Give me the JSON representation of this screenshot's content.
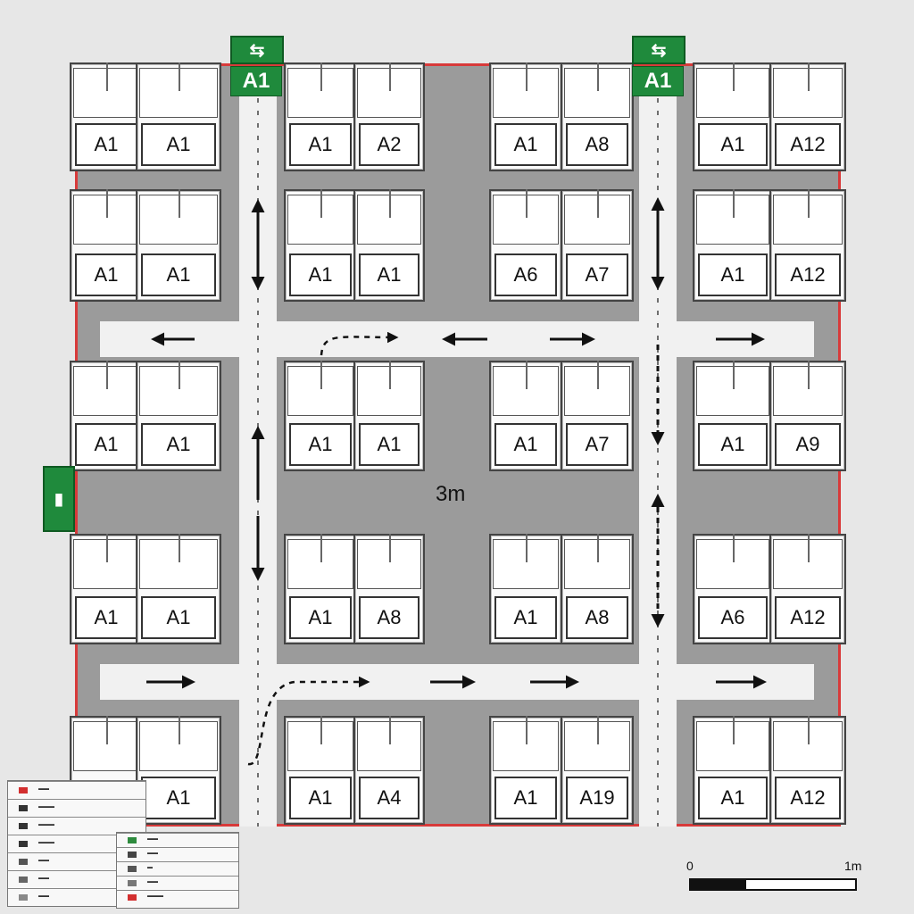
{
  "plan": {
    "dimension_label": "3m",
    "exit_label_top_left": "A1",
    "exit_label_top_right": "A1",
    "side_exit_glyph": "⇆"
  },
  "booths": [
    [
      "A1",
      "A1",
      "A1",
      "A2",
      "A1",
      "A8",
      "A1",
      "A12"
    ],
    [
      "A1",
      "A1",
      "A1",
      "A1",
      "A6",
      "A7",
      "A1",
      "A12"
    ],
    [
      "A1",
      "A1",
      "A1",
      "A1",
      "A1",
      "A7",
      "A1",
      "A9"
    ],
    [
      "A1",
      "A1",
      "A1",
      "A8",
      "A1",
      "A8",
      "A6",
      "A12"
    ],
    [
      "",
      "A1",
      "A1",
      "A4",
      "A1",
      "A19",
      "A1",
      "A12"
    ]
  ],
  "legend": {
    "left_rows": [
      {
        "color": "#d32f2f",
        "text": "▬▬"
      },
      {
        "color": "#333333",
        "text": "▬▬▬"
      },
      {
        "color": "#333333",
        "text": "▬▬▬"
      },
      {
        "color": "#333333",
        "text": "▬▬▬"
      },
      {
        "color": "#555555",
        "text": "▬▬"
      },
      {
        "color": "#666666",
        "text": "▬▬"
      },
      {
        "color": "#888888",
        "text": "▬▬"
      }
    ],
    "right_rows": [
      {
        "color": "#2e8b3e",
        "text": "▬▬"
      },
      {
        "color": "#444444",
        "text": "▬▬"
      },
      {
        "color": "#555555",
        "text": "▬"
      },
      {
        "color": "#777777",
        "text": "▬▬"
      },
      {
        "color": "#d32f2f",
        "text": "▬▬▬"
      }
    ]
  },
  "scale": {
    "start": "0",
    "end": "1m"
  },
  "colors": {
    "wall": "#d83a3a",
    "exit": "#1f8a3c",
    "floor": "#9b9b9b",
    "aisle": "#f1f1f1"
  }
}
